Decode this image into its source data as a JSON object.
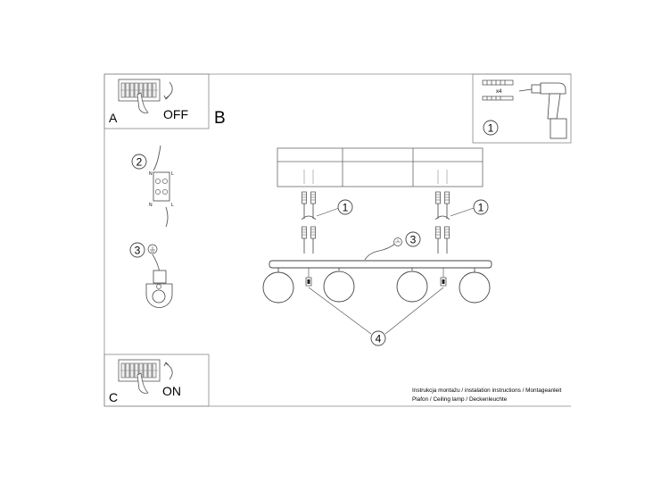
{
  "panel_a": {
    "letter": "A",
    "action": "OFF"
  },
  "panel_b": {
    "letter": "B"
  },
  "panel_c": {
    "letter": "C",
    "action": "ON"
  },
  "steps": {
    "s1": "1",
    "s2": "2",
    "s3": "3",
    "s4": "4"
  },
  "hardware": {
    "count": "x4"
  },
  "terminal": {
    "n": "N",
    "l": "L"
  },
  "footer": {
    "line1": "Instrukcja montażu / instalation instructions / Montageanleit",
    "line2": "Plafon / Ceiling lamp / Deckenleuchte"
  }
}
